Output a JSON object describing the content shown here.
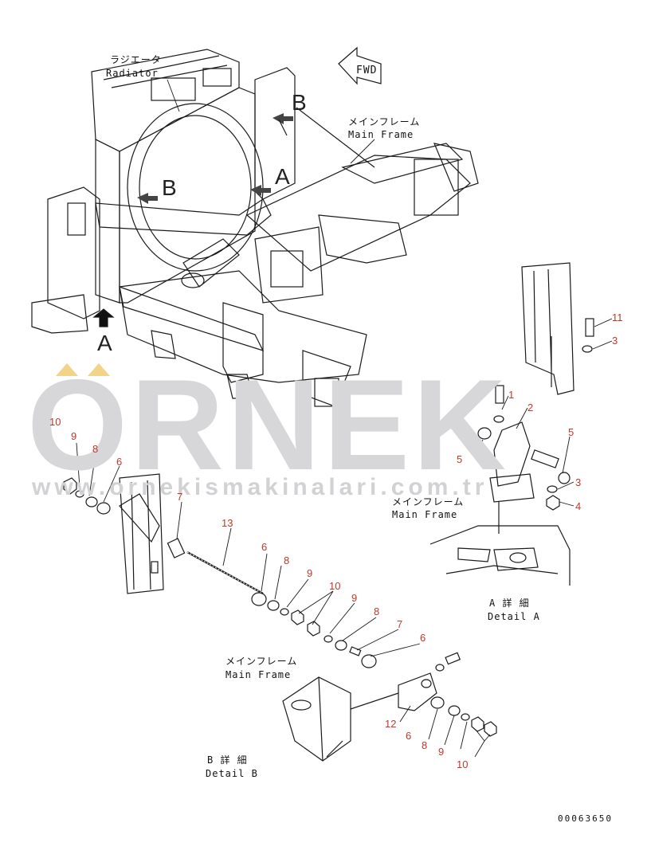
{
  "labels": {
    "radiator_jp": "ラジエータ",
    "radiator_en": "Radiator",
    "fwd": "FWD",
    "main_frame_jp": "メインフレーム",
    "main_frame_en": "Main Frame",
    "detail_a_jp": "A 詳 細",
    "detail_a_en": "Detail A",
    "detail_b_jp": "B 詳 細",
    "detail_b_en": "Detail B",
    "view_a": "A",
    "view_b": "B"
  },
  "watermark": {
    "brand": "ORNEK",
    "url": "www.ornekismakinalari.com.tr"
  },
  "part_numbers": {
    "top_right": [
      "11",
      "3"
    ],
    "detail_a": [
      "1",
      "2",
      "5",
      "5",
      "3",
      "4"
    ],
    "detail_b_left": [
      "10",
      "9",
      "8",
      "6",
      "7",
      "13"
    ],
    "detail_b_mid": [
      "6",
      "8",
      "9",
      "10",
      "9",
      "8",
      "7",
      "6"
    ],
    "detail_b_bottom": [
      "12",
      "6",
      "8",
      "9",
      "10"
    ]
  },
  "drawing_code": "00063650",
  "colors": {
    "part_number": "#c0392b",
    "watermark": "#d7d7da",
    "watermark_accent": "#f1d38a",
    "line": "#1a1a1a"
  }
}
